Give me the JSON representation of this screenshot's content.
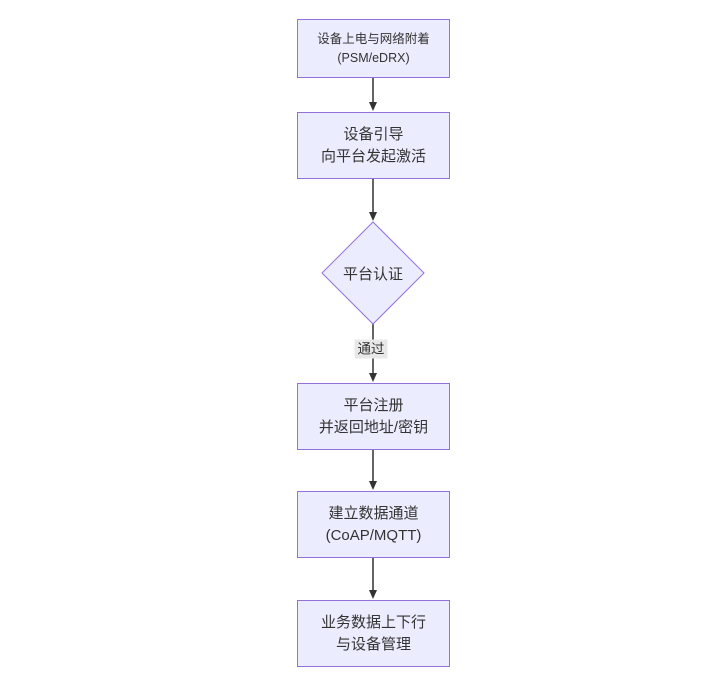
{
  "diagram": {
    "type": "flowchart-vertical",
    "colors": {
      "background": "#FFFFFF",
      "node_fill": "#ECECFF",
      "node_border": "#9370DB",
      "text": "#333333",
      "edge": "#333333",
      "edge_label_bg": "#E8E8E8"
    },
    "nodes": [
      {
        "id": "power-attach",
        "shape": "rect",
        "lines": [
          "设备上电与网络附着",
          "(PSM/eDRX)"
        ]
      },
      {
        "id": "bootstrap",
        "shape": "rect",
        "lines": [
          "设备引导",
          "向平台发起激活"
        ]
      },
      {
        "id": "platform-auth",
        "shape": "diamond",
        "lines": [
          "平台认证"
        ]
      },
      {
        "id": "register",
        "shape": "rect",
        "lines": [
          "平台注册",
          "并返回地址/密钥"
        ]
      },
      {
        "id": "data-channel",
        "shape": "rect",
        "lines": [
          "建立数据通道",
          "(CoAP/MQTT)"
        ]
      },
      {
        "id": "business-data",
        "shape": "rect",
        "lines": [
          "业务数据上下行",
          "与设备管理"
        ]
      }
    ],
    "edges": [
      {
        "from": "power-attach",
        "to": "bootstrap",
        "label": ""
      },
      {
        "from": "bootstrap",
        "to": "platform-auth",
        "label": ""
      },
      {
        "from": "platform-auth",
        "to": "register",
        "label": "通过"
      },
      {
        "from": "register",
        "to": "data-channel",
        "label": ""
      },
      {
        "from": "data-channel",
        "to": "business-data",
        "label": ""
      }
    ],
    "edge_label_pass": "通过"
  }
}
